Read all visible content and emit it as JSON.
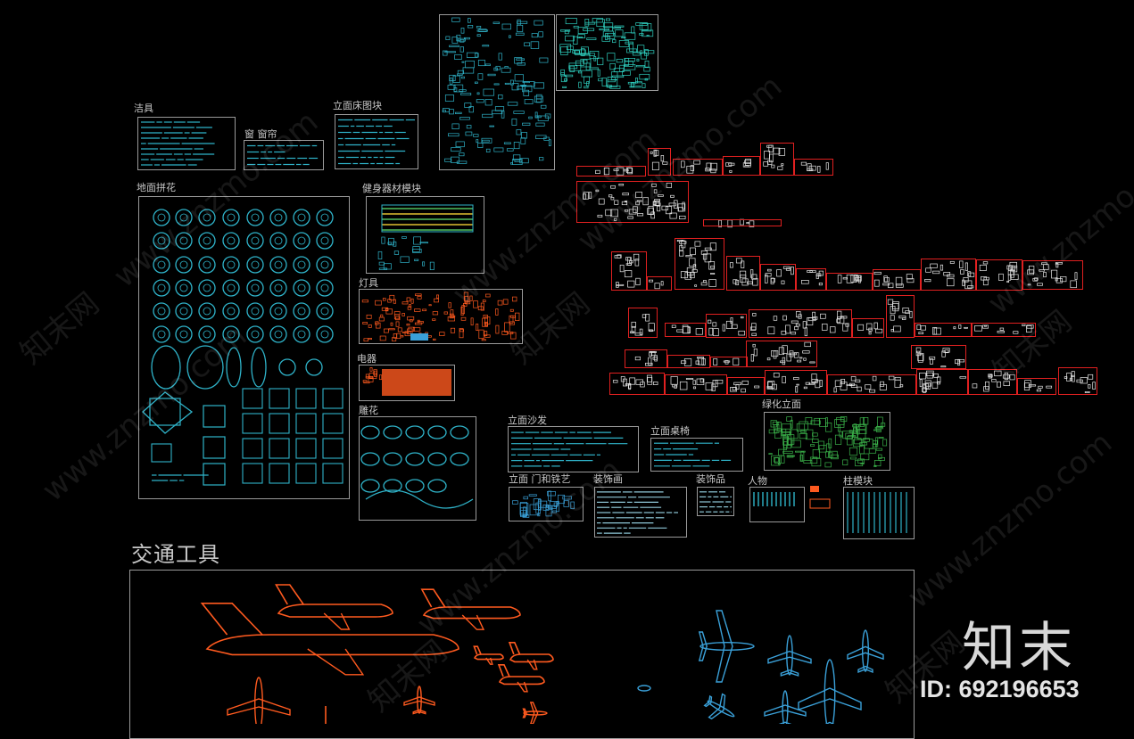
{
  "labels": {
    "jieju": "洁具",
    "chuang_chuanglian": "窗 窗帘",
    "limian_chuang": "立面床图块",
    "dimian_pinhua": "地面拼花",
    "jianshen": "健身器材模块",
    "dengju": "灯具",
    "dianqi": "电器",
    "diaohua": "雕花",
    "limian_shafa": "立面沙发",
    "limian_zhuoyi": "立面桌椅",
    "lvhua_limian": "绿化立面",
    "limian_men": "立面 门和铁艺",
    "zhuangshihua": "装饰画",
    "zhuangshipin": "装饰品",
    "renwu": "人物",
    "zhumokuai": "柱模块",
    "jiaotong": "交通工具"
  },
  "watermark": {
    "text": "www.znzmo.com",
    "brand": "知末网"
  },
  "logo": {
    "text": "知末",
    "id": "ID: 692196653"
  },
  "colors": {
    "background": "#000000",
    "frame": "#9a9a9a",
    "block_cyan": "#2fb3c9",
    "block_red": "#e02020",
    "block_orange": "#ff5a1f",
    "block_green": "#3bb34a",
    "aircraft_blue": "#3aa0d8"
  }
}
